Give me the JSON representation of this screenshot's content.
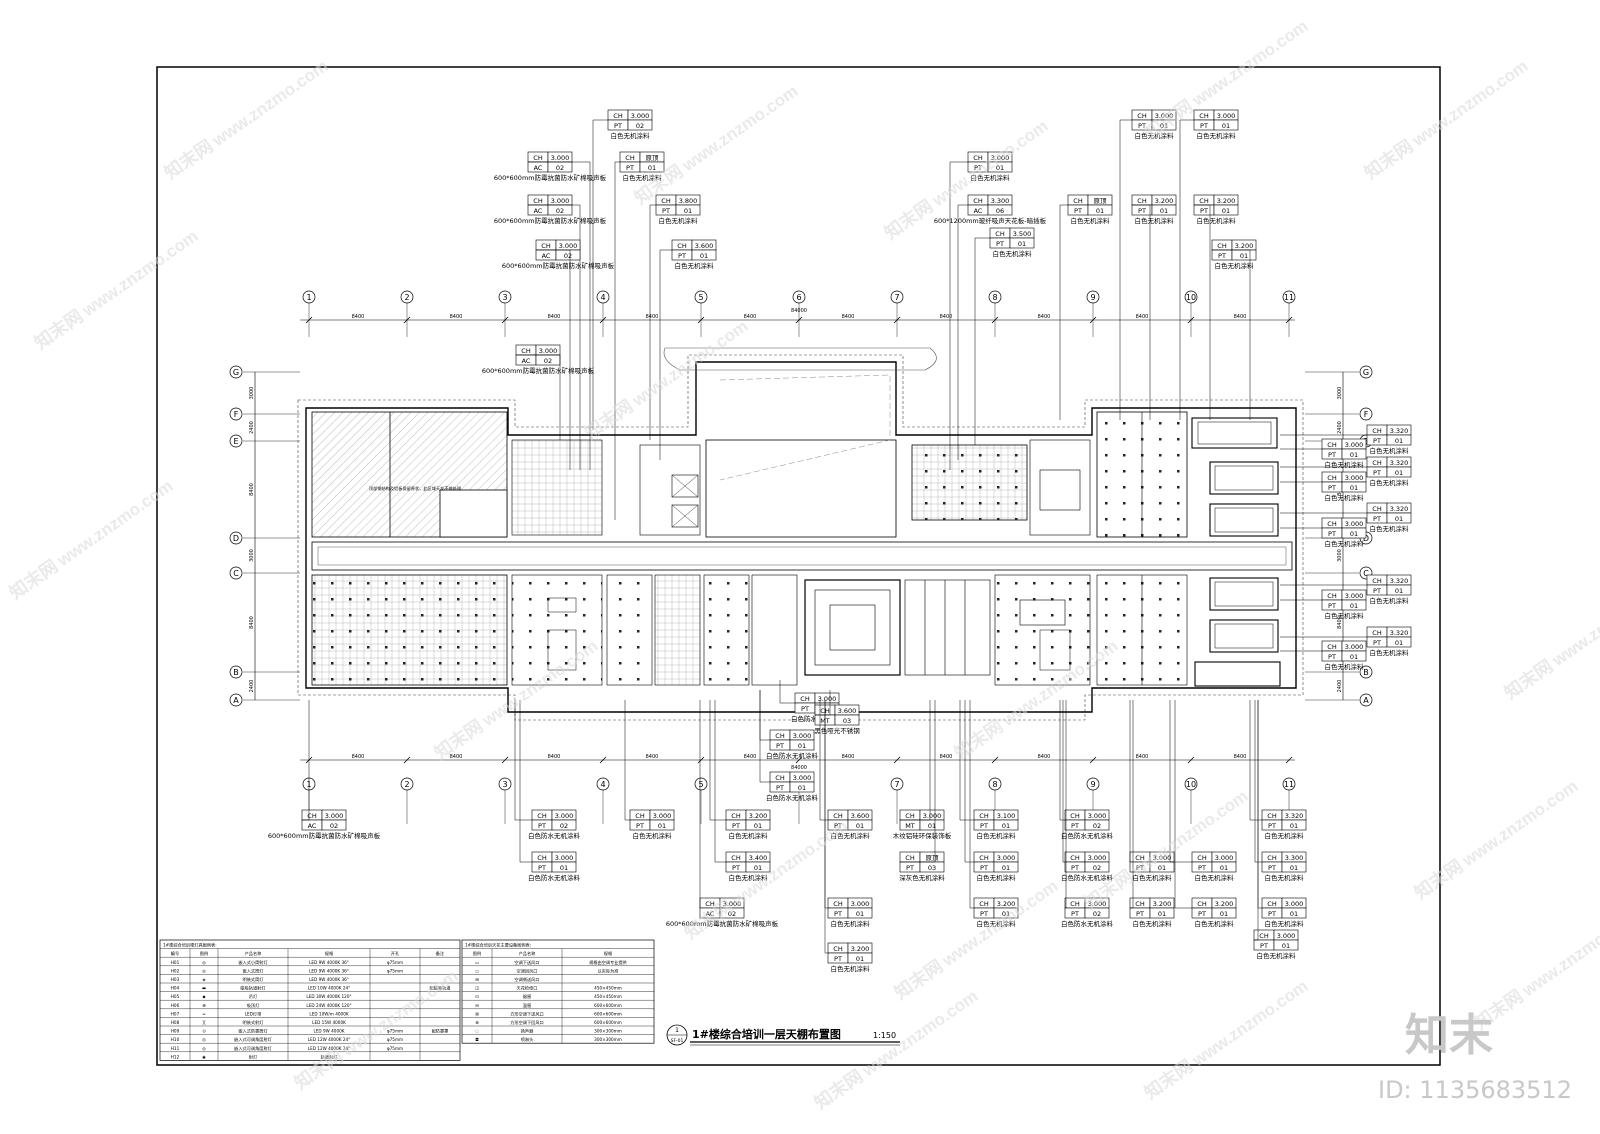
{
  "drawing": {
    "title": "1#楼综合培训一层天棚布置图",
    "scale": "1:150",
    "title_symbol_top": "1",
    "title_symbol_bottom": "SF-01"
  },
  "watermark": {
    "logo": "知末",
    "id": "ID: 1135683512",
    "site": "www.znzmo.com",
    "brand": "知末网"
  },
  "axes": {
    "columns": [
      "1",
      "2",
      "3",
      "4",
      "5",
      "6",
      "7",
      "8",
      "9",
      "10",
      "11"
    ],
    "rows": [
      "G",
      "F",
      "E",
      "D",
      "C",
      "B",
      "A"
    ],
    "bay_dim": "8400",
    "total_dim": "84000",
    "row_dims": [
      "3000",
      "2400",
      "8400",
      "3000",
      "8400",
      "2400"
    ]
  },
  "top_tags": [
    {
      "ch": "3.000",
      "code": "PT",
      "num": "02",
      "note": "白色无机涂料"
    },
    {
      "ch": "原顶",
      "code": "PT",
      "num": "01",
      "note": "白色无机涂料"
    },
    {
      "ch": "3.800",
      "code": "PT",
      "num": "01",
      "note": "白色无机涂料"
    },
    {
      "ch": "3.600",
      "code": "PT",
      "num": "01",
      "note": "白色无机涂料"
    },
    {
      "ch": "3.000",
      "code": "AC",
      "num": "02",
      "note": "600*600mm防霉抗菌防水矿棉吸声板"
    },
    {
      "ch": "3.000",
      "code": "AC",
      "num": "02",
      "note": "600*600mm防霉抗菌防水矿棉吸声板"
    },
    {
      "ch": "3.000",
      "code": "AC",
      "num": "02",
      "note": "600*600mm防霉抗菌防水矿棉吸声板"
    },
    {
      "ch": "3.000",
      "code": "AC",
      "num": "02",
      "note": "600*600mm防霉抗菌防水矿棉吸声板"
    },
    {
      "ch": "3.000",
      "code": "PT",
      "num": "01",
      "note": "白色无机涂料"
    },
    {
      "ch": "3.300",
      "code": "AC",
      "num": "06",
      "note": "600*1200mm玻纤吸声天花板-暗插板"
    },
    {
      "ch": "3.500",
      "code": "PT",
      "num": "01",
      "note": "白色无机涂料"
    },
    {
      "ch": "原顶",
      "code": "PT",
      "num": "01",
      "note": "白色无机涂料"
    },
    {
      "ch": "3.000",
      "code": "PT",
      "num": "01",
      "note": "白色无机涂料"
    },
    {
      "ch": "3.000",
      "code": "PT",
      "num": "01",
      "note": "白色无机涂料"
    },
    {
      "ch": "3.200",
      "code": "PT",
      "num": "01",
      "note": "白色无机涂料"
    },
    {
      "ch": "3.200",
      "code": "PT",
      "num": "01",
      "note": "白色无机涂料"
    },
    {
      "ch": "3.200",
      "code": "PT",
      "num": "01",
      "note": "白色无机涂料"
    }
  ],
  "right_tags": [
    {
      "ch": "3.320",
      "code": "PT",
      "num": "01",
      "note": "白色无机涂料"
    },
    {
      "ch": "3.000",
      "code": "PT",
      "num": "01",
      "note": "白色无机涂料"
    },
    {
      "ch": "3.320",
      "code": "PT",
      "num": "01",
      "note": "白色无机涂料"
    },
    {
      "ch": "3.000",
      "code": "PT",
      "num": "01",
      "note": "白色无机涂料"
    },
    {
      "ch": "3.320",
      "code": "PT",
      "num": "01",
      "note": "白色无机涂料"
    },
    {
      "ch": "3.000",
      "code": "PT",
      "num": "01",
      "note": "白色无机涂料"
    },
    {
      "ch": "3.320",
      "code": "PT",
      "num": "01",
      "note": "白色无机涂料"
    },
    {
      "ch": "3.000",
      "code": "PT",
      "num": "01",
      "note": "白色无机涂料"
    },
    {
      "ch": "3.320",
      "code": "PT",
      "num": "01",
      "note": "白色无机涂料"
    },
    {
      "ch": "3.000",
      "code": "PT",
      "num": "01",
      "note": "白色无机涂料"
    }
  ],
  "mid_tags": [
    {
      "ch": "3.000",
      "code": "PT",
      "num": "02",
      "note": "白色防水无机涂料"
    },
    {
      "ch": "3.600",
      "code": "MT",
      "num": "03",
      "note": "黑色哑光不锈钢"
    },
    {
      "ch": "3.000",
      "code": "PT",
      "num": "01",
      "note": "白色防水无机涂料"
    },
    {
      "ch": "3.000",
      "code": "PT",
      "num": "01",
      "note": "白色防水无机涂料"
    }
  ],
  "bottom_tags": [
    {
      "ch": "3.000",
      "code": "AC",
      "num": "02",
      "note": "600*600mm防霉抗菌防水矿棉吸声板"
    },
    {
      "ch": "3.000",
      "code": "PT",
      "num": "02",
      "note": "白色防水无机涂料"
    },
    {
      "ch": "3.000",
      "code": "PT",
      "num": "01",
      "note": "白色防水无机涂料"
    },
    {
      "ch": "3.000",
      "code": "PT",
      "num": "01",
      "note": "白色无机涂料"
    },
    {
      "ch": "3.200",
      "code": "PT",
      "num": "01",
      "note": "白色无机涂料"
    },
    {
      "ch": "3.400",
      "code": "PT",
      "num": "01",
      "note": "白色无机涂料"
    },
    {
      "ch": "3.000",
      "code": "AC",
      "num": "02",
      "note": "600*600mm防霉抗菌防水矿棉吸声板"
    },
    {
      "ch": "3.600",
      "code": "PT",
      "num": "01",
      "note": "白色无机涂料"
    },
    {
      "ch": "3.000",
      "code": "PT",
      "num": "01",
      "note": "白色无机涂料"
    },
    {
      "ch": "3.200",
      "code": "PT",
      "num": "01",
      "note": "白色无机涂料"
    },
    {
      "ch": "3.000",
      "code": "MT",
      "num": "01",
      "note": "木纹铝硅环保装饰板"
    },
    {
      "ch": "原顶",
      "code": "PT",
      "num": "03",
      "note": "深灰色无机涂料"
    },
    {
      "ch": "3.100",
      "code": "PT",
      "num": "01",
      "note": "白色无机涂料"
    },
    {
      "ch": "3.000",
      "code": "PT",
      "num": "01",
      "note": "白色无机涂料"
    },
    {
      "ch": "3.200",
      "code": "PT",
      "num": "01",
      "note": "白色无机涂料"
    },
    {
      "ch": "3.000",
      "code": "PT",
      "num": "02",
      "note": "白色防水无机涂料"
    },
    {
      "ch": "3.000",
      "code": "PT",
      "num": "02",
      "note": "白色防水无机涂料"
    },
    {
      "ch": "3.000",
      "code": "PT",
      "num": "02",
      "note": "白色防水无机涂料"
    },
    {
      "ch": "3.000",
      "code": "PT",
      "num": "01",
      "note": "白色无机涂料"
    },
    {
      "ch": "3.200",
      "code": "PT",
      "num": "01",
      "note": "白色无机涂料"
    },
    {
      "ch": "3.000",
      "code": "PT",
      "num": "01",
      "note": "白色无机涂料"
    },
    {
      "ch": "3.200",
      "code": "PT",
      "num": "01",
      "note": "白色无机涂料"
    },
    {
      "ch": "3.320",
      "code": "PT",
      "num": "01",
      "note": "白色无机涂料"
    },
    {
      "ch": "3.300",
      "code": "PT",
      "num": "01",
      "note": "白色无机涂料"
    },
    {
      "ch": "3.000",
      "code": "PT",
      "num": "01",
      "note": "白色无机涂料"
    },
    {
      "ch": "3.000",
      "code": "PT",
      "num": "01",
      "note": "白色无机涂料"
    }
  ],
  "legend_lights": {
    "title": "1#楼综合培训楼灯具图例表:",
    "headers": [
      "编号",
      "图例",
      "产品名称",
      "规格",
      "开孔",
      "备注"
    ],
    "rows": [
      [
        "H01",
        "◎",
        "嵌入式小筒射灯",
        "LED 9W 4000K 36°",
        "φ75mm",
        ""
      ],
      [
        "H02",
        "◎",
        "嵌入式筒灯",
        "LED 9W 4000K 36°",
        "φ75mm",
        ""
      ],
      [
        "H03",
        "◈",
        "明装式筒灯",
        "LED 9W 4000K 36°",
        "",
        ""
      ],
      [
        "H04",
        "▬",
        "磁吸轨道射灯",
        "LED 10W 4000K 24°",
        "",
        "配磁吸轨道"
      ],
      [
        "H05",
        "◆",
        "吊灯",
        "LED 30W 4000K 120°",
        "",
        ""
      ],
      [
        "H06",
        "⊕",
        "吸顶灯",
        "LED 24W 4000K 120°",
        "",
        ""
      ],
      [
        "H07",
        "━",
        "LED灯带",
        "LED 10W/m 4000K",
        "",
        ""
      ],
      [
        "H08",
        "╳",
        "明装式射灯",
        "LED 15W 4000K",
        "",
        ""
      ],
      [
        "H09",
        "⊙",
        "嵌入式防雾筒灯",
        "LED 9W 4000K",
        "φ75mm",
        "配防雾罩"
      ],
      [
        "H10",
        "◎",
        "嵌入式可调角度射灯",
        "LED 12W 4000K 24°",
        "φ75mm",
        ""
      ],
      [
        "H11",
        "◎",
        "嵌入式可调角度射灯",
        "LED 12W 4000K 24°",
        "φ75mm",
        ""
      ],
      [
        "H12",
        "◉",
        "射灯",
        "轨道射灯",
        "",
        ""
      ]
    ]
  },
  "legend_hvac": {
    "title": "1#楼综合培训天花主要设备图例表:",
    "headers": [
      "图例",
      "产品名称",
      "规格"
    ],
    "rows": [
      [
        "▭",
        "空调下送风口",
        "规格由空调专业提供"
      ],
      [
        "▭",
        "空调回风口",
        "以实际为准"
      ],
      [
        "⊞",
        "空调侧送风口",
        ""
      ],
      [
        "◫",
        "天花检修口",
        "450×450mm"
      ],
      [
        "⊡",
        "烟感",
        "450×450mm"
      ],
      [
        "⊟",
        "温感",
        "600×600mm"
      ],
      [
        "⊠",
        "方形空调下送风口",
        "600×600mm"
      ],
      [
        "⊗",
        "方形空调下回风口",
        "600×600mm"
      ],
      [
        "◌",
        "扬声器",
        "300×300mm"
      ],
      [
        "◘",
        "喷淋头",
        "300×300mm"
      ]
    ]
  },
  "room_note": "顶部钢结构及铝板保留原状，此区域天花不做处理"
}
